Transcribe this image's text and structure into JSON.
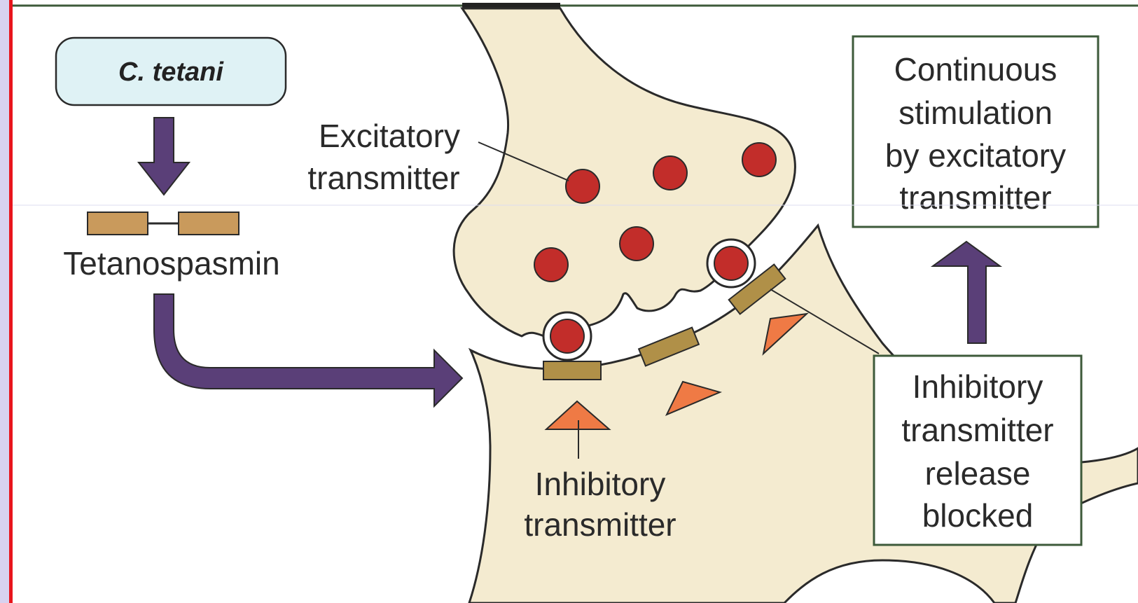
{
  "labels": {
    "organism": "C. tetani",
    "toxin": "Tetanospasmin",
    "excitatory": [
      "Excitatory",
      "transmitter"
    ],
    "inhibitory": [
      "Inhibitory",
      "transmitter"
    ],
    "continuous_box": [
      "Continuous",
      "stimulation",
      "by excitatory",
      "transmitter"
    ],
    "blocked_box": [
      "Inhibitory",
      "transmitter",
      "release",
      "blocked"
    ]
  },
  "colors": {
    "neuron_fill": "#f4ebd0",
    "vesicle_red": "#c22d2a",
    "arrow_purple": "#5a3f78",
    "toxin_tan": "#c99a5c",
    "receptor_olive": "#b09048",
    "inhibitory_orange": "#ef7a45",
    "box_border": "#3d5a3a",
    "organism_box_fill": "#dff2f5"
  }
}
